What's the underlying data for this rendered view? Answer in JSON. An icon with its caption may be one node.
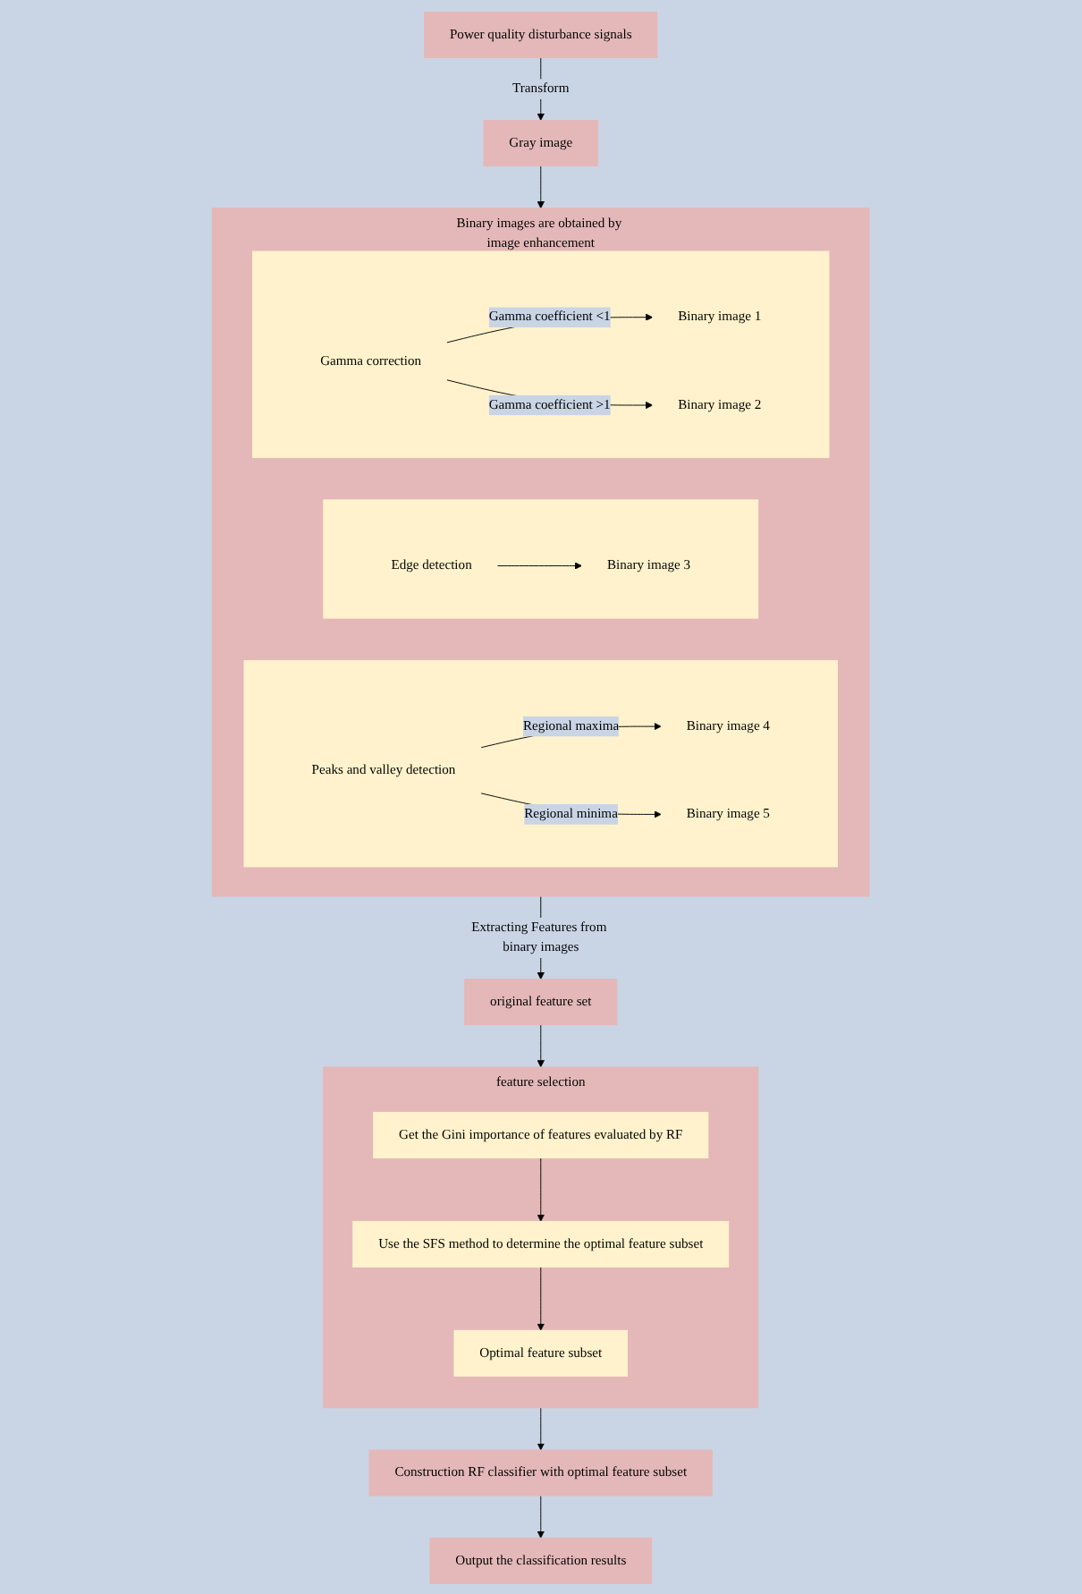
{
  "diagram": {
    "nodes": [
      {
        "text": [
          "Power quality disturbance signals"
        ]
      },
      {
        "text": [
          "Gray image"
        ]
      },
      {
        "text": [
          "Binary images are obtained by image enhancement"
        ]
      },
      {
        "text": [],
        "shape": "box",
        "in": 2
      },
      {
        "text": [
          "Gamma correction"
        ],
        "in": 3
      },
      {
        "text": [
          "Binary image 1"
        ],
        "in": 3
      },
      {
        "text": [
          "Binary image 2"
        ],
        "in": 3
      },
      {
        "text": [],
        "shape": "box",
        "in": 2
      },
      {
        "text": [
          "Edge detection"
        ],
        "in": 7
      },
      {
        "text": [
          "Binary image 3"
        ],
        "in": 7
      },
      {
        "text": [],
        "shape": "box",
        "in": 2
      },
      {
        "text": [
          "Peaks and valley detection"
        ],
        "in": 10
      },
      {
        "text": [
          "Binary image 4"
        ],
        "in": 10
      },
      {
        "text": [
          "Binary image 5"
        ],
        "in": 10
      },
      {
        "text": [
          "original feature set"
        ]
      },
      {
        "text": [
          "feature selection"
        ]
      },
      {
        "text": [
          "Get the Gini importance of features evaluated by RF"
        ],
        "in": 15
      },
      {
        "text": [
          "Use the SFS method to determine the optimal feature subset"
        ],
        "in": 15
      },
      {
        "text": [
          "Optimal feature subset"
        ],
        "in": 15
      },
      {
        "text": [
          "Construction RF classifier with optimal feature subset"
        ]
      },
      {
        "text": [
          "Output the classification results"
        ]
      }
    ],
    "edges": [
      {
        "from": 0,
        "to": 1,
        "arrow": "to",
        "label": "Transform"
      },
      {
        "from": 1,
        "to": 2,
        "arrow": "to"
      },
      {
        "from": 4,
        "to": 5,
        "arrow": "to",
        "label": "Gamma coefficient <1"
      },
      {
        "from": 4,
        "to": 6,
        "arrow": "to",
        "label": "Gamma coefficient >1"
      },
      {
        "from": 8,
        "to": 9,
        "arrow": "to"
      },
      {
        "from": 11,
        "to": 12,
        "arrow": "to",
        "label": "Regional maxima"
      },
      {
        "from": 11,
        "to": 13,
        "arrow": "to",
        "label": "Regional minima"
      },
      {
        "from": 2,
        "to": 14,
        "arrow": "to",
        "label": "Extracting Features from binary images"
      },
      {
        "from": 14,
        "to": 15,
        "arrow": "to"
      },
      {
        "from": 16,
        "to": 17,
        "arrow": "to"
      },
      {
        "from": 17,
        "to": 18,
        "arrow": "to"
      },
      {
        "from": 15,
        "to": 19,
        "arrow": "to"
      },
      {
        "from": 19,
        "to": 20,
        "arrow": "to"
      }
    ]
  }
}
